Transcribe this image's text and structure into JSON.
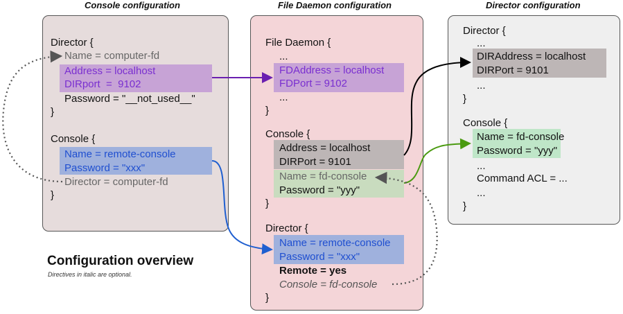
{
  "titles": {
    "console": "Console configuration",
    "fd": "File Daemon configuration",
    "director": "Director configuration"
  },
  "console_panel": {
    "director_open": "Director {",
    "name": "Name = computer-fd",
    "address": "Address = localhost",
    "dirport": "DIRport  =  9102",
    "password": "Password = \"__not_used__\"",
    "close1": "}",
    "console_open": "Console {",
    "cname": "Name = remote-console",
    "cpassword": "Password = \"xxx\"",
    "cdirector": "Director = computer-fd",
    "close2": "}"
  },
  "fd_panel": {
    "fd_open": "File Daemon {",
    "dots1": "...",
    "fdaddress": "FDAddress = localhost",
    "fdport": "FDPort = 9102",
    "dots2": "...",
    "close1": "}",
    "console_open": "Console {",
    "address": "Address = localhost",
    "dirport": "DIRPort = 9101",
    "name": "Name = fd-console",
    "password": "Password = \"yyy\"",
    "close2": "}",
    "director_open": "Director {",
    "dname": "Name = remote-console",
    "dpassword": "Password = \"xxx\"",
    "remote": "Remote = yes",
    "dconsole": "Console = fd-console",
    "close3": "}"
  },
  "dir_panel": {
    "director_open": "Director {",
    "dots1": "...",
    "diraddress": "DIRAddress = localhost",
    "dirport": "DIRPort = 9101",
    "dots2": "...",
    "close1": "}",
    "console_open": "Console {",
    "name": "Name = fd-console",
    "password": "Password = \"yyy\"",
    "dots3": "...",
    "acl": "Command ACL = ...",
    "dots4": "...",
    "close2": "}"
  },
  "overview": {
    "title": "Configuration overview",
    "subtitle": "Directives in italic are optional."
  },
  "colors": {
    "console_panel_bg": "#e6dcdc",
    "fd_panel_bg": "#f4d5d8",
    "dir_panel_bg": "#efefef",
    "purple_hl": "#c7a3d6",
    "blue_hl": "#9fb1dd",
    "gray_hl": "#bdb6b6",
    "green_hl": "#c9dcbf",
    "mint_hl": "#bfe6c8",
    "purple_arrow": "#6a1fb0",
    "blue_arrow": "#1f5fd0",
    "green_arrow": "#4a9a10",
    "black_arrow": "#000000",
    "dotted_arrow": "#555555"
  }
}
